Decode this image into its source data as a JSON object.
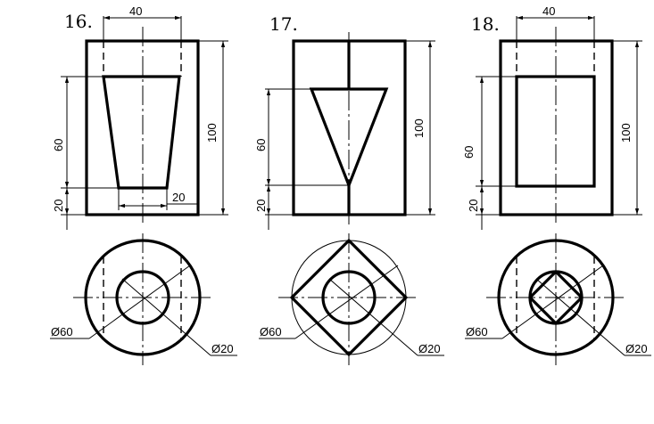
{
  "figures": [
    {
      "number": "16.",
      "dims": {
        "top_width": "40",
        "height_total": "100",
        "height_upper": "60",
        "height_lower": "20",
        "bottom_width": "20",
        "outer_dia": "Ø60",
        "inner_dia": "Ø20"
      }
    },
    {
      "number": "17.",
      "dims": {
        "height_total": "100",
        "height_upper": "60",
        "height_lower": "20",
        "outer_dia": "Ø60",
        "inner_dia": "Ø20"
      }
    },
    {
      "number": "18.",
      "dims": {
        "top_width": "40",
        "height_total": "100",
        "height_upper": "60",
        "height_lower": "20",
        "outer_dia": "Ø60",
        "inner_dia": "Ø20"
      }
    }
  ]
}
